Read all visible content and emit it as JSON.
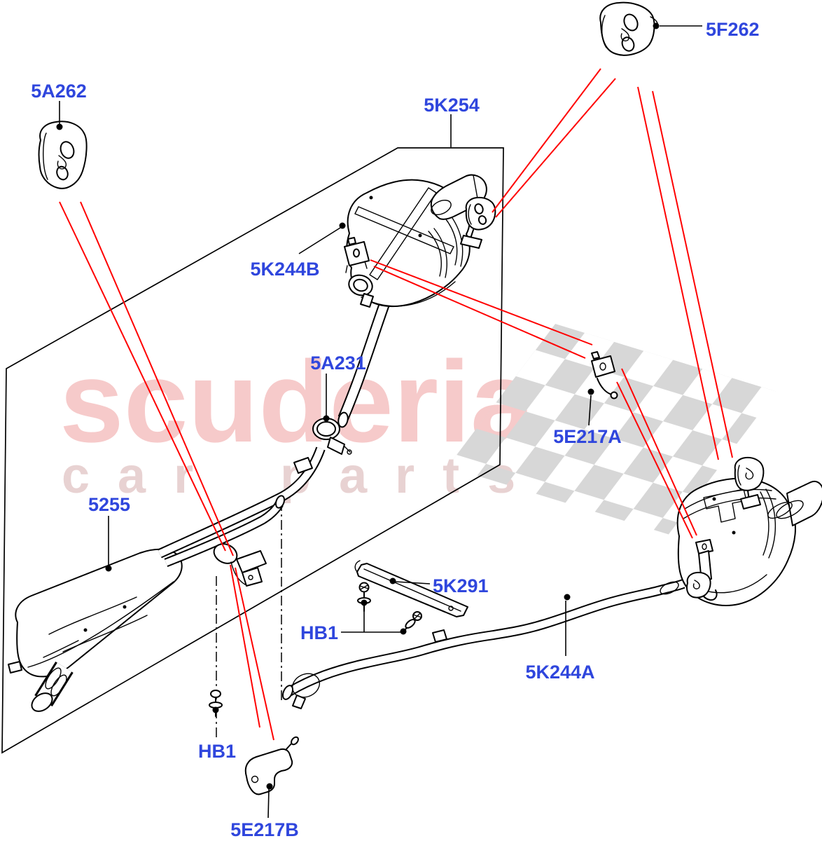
{
  "colors": {
    "background": "#ffffff",
    "line": "#000000",
    "callout": "#ff0000",
    "label": "#2f46dd",
    "brand": "#f6caca",
    "tagline": "#e8d2d2",
    "flag": "#d7d7d7"
  },
  "watermark": {
    "brand": "scuderia",
    "tagline": "car parts"
  },
  "callouts": [
    {
      "label": "5A262"
    },
    {
      "label": "5F262"
    },
    {
      "label": "5K254"
    },
    {
      "label": "5K244B"
    },
    {
      "label": "5A231"
    },
    {
      "label": "5E217A"
    },
    {
      "label": "5255"
    },
    {
      "label": "5K291"
    },
    {
      "label": "HB1"
    },
    {
      "label": "5K244A"
    },
    {
      "label": "HB1"
    },
    {
      "label": "5E217B"
    }
  ]
}
